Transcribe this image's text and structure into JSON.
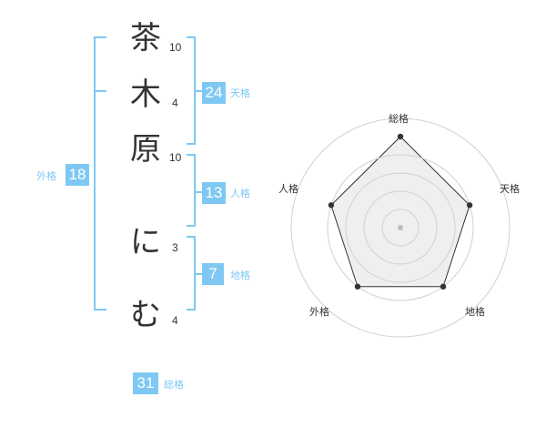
{
  "name": {
    "chars": [
      {
        "char": "茶",
        "strokes": "10"
      },
      {
        "char": "木",
        "strokes": "4"
      },
      {
        "char": "原",
        "strokes": "10"
      },
      {
        "char": "に",
        "strokes": "3"
      },
      {
        "char": "む",
        "strokes": "4"
      }
    ]
  },
  "kaku": {
    "tenkaku": {
      "value": "24",
      "label": "天格"
    },
    "jinkaku": {
      "value": "13",
      "label": "人格"
    },
    "chikaku": {
      "value": "7",
      "label": "地格"
    },
    "gaikaku": {
      "value": "18",
      "label": "外格"
    },
    "soukaku": {
      "value": "31",
      "label": "総格"
    }
  },
  "radar": {
    "axes": [
      "総格",
      "天格",
      "地格",
      "外格",
      "人格"
    ],
    "levels": [
      1,
      0.8,
      0.8,
      0.8,
      0.8
    ],
    "colors": {
      "line": "#333333",
      "fill": "#efefef",
      "grid": "#d0d0d0",
      "center": "#bbbbbb"
    }
  },
  "colors": {
    "accent": "#7fc8f3",
    "text": "#333333"
  }
}
